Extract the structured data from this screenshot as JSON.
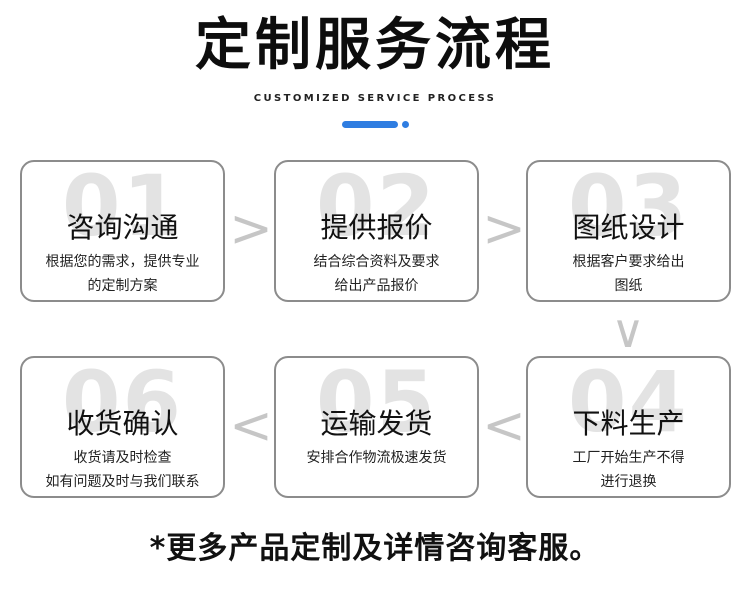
{
  "header": {
    "title": "定制服务流程",
    "subtitle": "CUSTOMIZED SERVICE PROCESS",
    "accent_color": "#2f7de1"
  },
  "steps": [
    {
      "number": "01",
      "name": "咨询沟通",
      "desc_line1": "根据您的需求，提供专业",
      "desc_line2": "的定制方案"
    },
    {
      "number": "02",
      "name": "提供报价",
      "desc_line1": "结合综合资料及要求",
      "desc_line2": "给出产品报价"
    },
    {
      "number": "03",
      "name": "图纸设计",
      "desc_line1": "根据客户要求给出",
      "desc_line2": "图纸"
    },
    {
      "number": "04",
      "name": "下料生产",
      "desc_line1": "工厂开始生产不得",
      "desc_line2": "进行退换"
    },
    {
      "number": "05",
      "name": "运输发货",
      "desc_line1": "安排合作物流极速发货",
      "desc_line2": ""
    },
    {
      "number": "06",
      "name": "收货确认",
      "desc_line1": "收货请及时检查",
      "desc_line2": "如有问题及时与我们联系"
    }
  ],
  "arrows": {
    "right": ">",
    "down": "∨",
    "left": "<"
  },
  "footer": {
    "text": "*更多产品定制及详情咨询客服。"
  }
}
